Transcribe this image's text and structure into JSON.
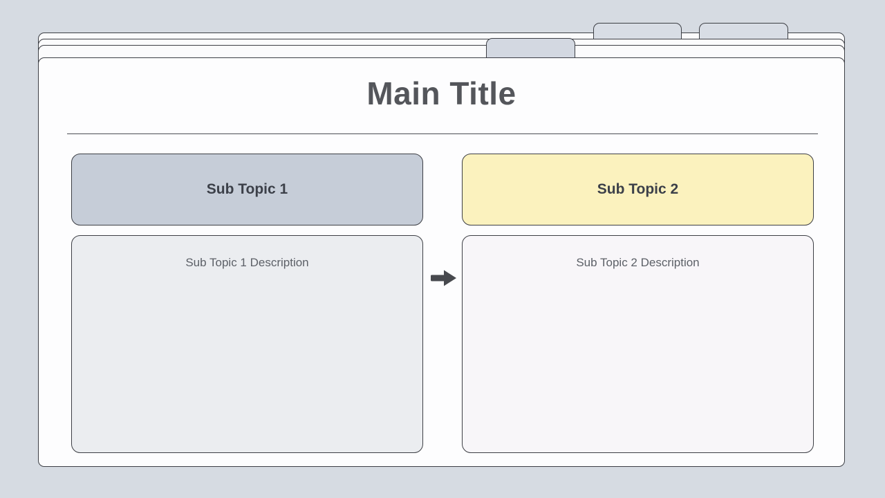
{
  "canvas": {
    "background_color": "#d6dbe2",
    "card_color": "#fdfdfe",
    "border_color": "#3c3e44"
  },
  "folder": {
    "tabs": [
      {
        "name": "front-tab",
        "color": "#d3d8e1"
      },
      {
        "name": "back-tab-left",
        "color": "#d8dde5"
      },
      {
        "name": "back-tab-right",
        "color": "#d8dde5"
      }
    ]
  },
  "slide": {
    "title": "Main Title",
    "title_color": "#54565b",
    "columns": [
      {
        "header_label": "Sub Topic 1",
        "header_fill": "#c6cdd8",
        "description_label": "Sub Topic 1 Description",
        "description_fill": "#ebedf0"
      },
      {
        "header_label": "Sub Topic 2",
        "header_fill": "#fbf2be",
        "description_label": "Sub Topic 2 Description",
        "description_fill": "#f8f6f9"
      }
    ],
    "arrow_color": "#47494e"
  }
}
